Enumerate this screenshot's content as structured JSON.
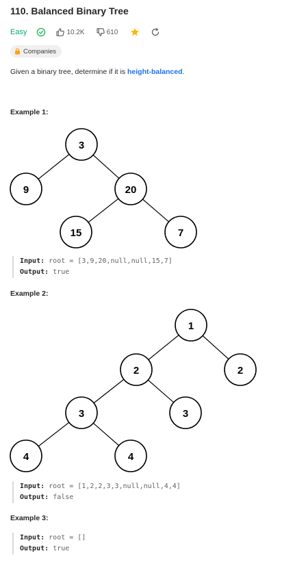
{
  "problem": {
    "title": "110. Balanced Binary Tree",
    "difficulty": "Easy",
    "likes": "10.2K",
    "dislikes": "610",
    "companies_label": "Companies",
    "description_prefix": "Given a binary tree, determine if it is ",
    "description_link": "height-balanced",
    "description_suffix": "."
  },
  "colors": {
    "easy": "#00a87e",
    "link": "#1a73e8",
    "star": "#ffb800",
    "solved": "#2cbb5d"
  },
  "icons": [
    "check-circle-icon",
    "thumbs-up-icon",
    "thumbs-down-icon",
    "star-icon",
    "refresh-icon",
    "lock-icon"
  ],
  "examples": [
    {
      "title": "Example 1:",
      "tree": {
        "values": [
          "3",
          "9",
          "20",
          "15",
          "7"
        ]
      },
      "input_label": "Input:",
      "input_value": "root = [3,9,20,null,null,15,7]",
      "output_label": "Output:",
      "output_value": "true"
    },
    {
      "title": "Example 2:",
      "tree": {
        "values": [
          "1",
          "2",
          "2",
          "3",
          "3",
          "4",
          "4"
        ]
      },
      "input_label": "Input:",
      "input_value": "root = [1,2,2,3,3,null,null,4,4]",
      "output_label": "Output:",
      "output_value": "false"
    },
    {
      "title": "Example 3:",
      "input_label": "Input:",
      "input_value": "root = []",
      "output_label": "Output:",
      "output_value": "true"
    }
  ]
}
